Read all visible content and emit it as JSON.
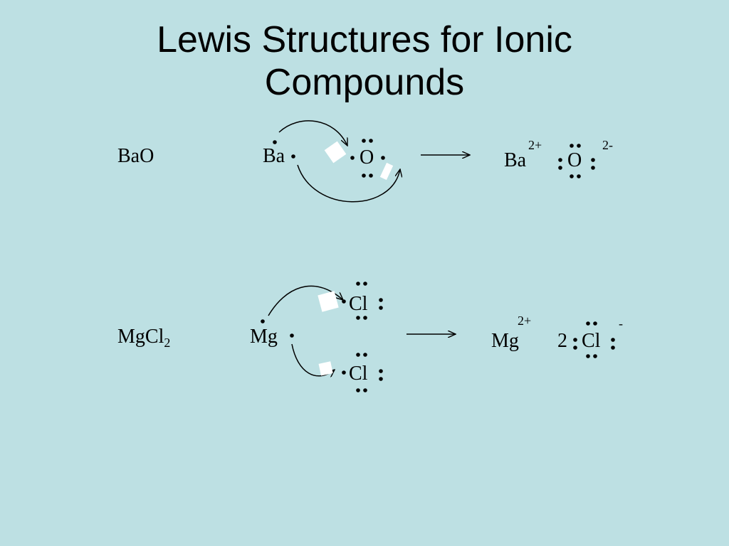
{
  "title": {
    "line1": "Lewis  Structures for Ionic",
    "line2": "Compounds"
  },
  "row_bao": {
    "formula": "BaO",
    "reactant_metal": "Ba",
    "reactant_nonmetal": "O",
    "product_cation": "Ba",
    "product_cation_charge": "2+",
    "product_anion": "O",
    "product_anion_charge": "2-"
  },
  "row_mgcl2": {
    "formula_main": "MgCl",
    "formula_sub": "2",
    "reactant_metal": "Mg",
    "reactant_nonmetal_1": "Cl",
    "reactant_nonmetal_2": "Cl",
    "product_cation": "Mg",
    "product_cation_charge": "2+",
    "product_coefficient": "2",
    "product_anion": "Cl",
    "product_anion_charge": "-"
  },
  "colors": {
    "background": "#bde0e3",
    "ink": "#000000",
    "placeholder_marks": "#ffffff"
  }
}
